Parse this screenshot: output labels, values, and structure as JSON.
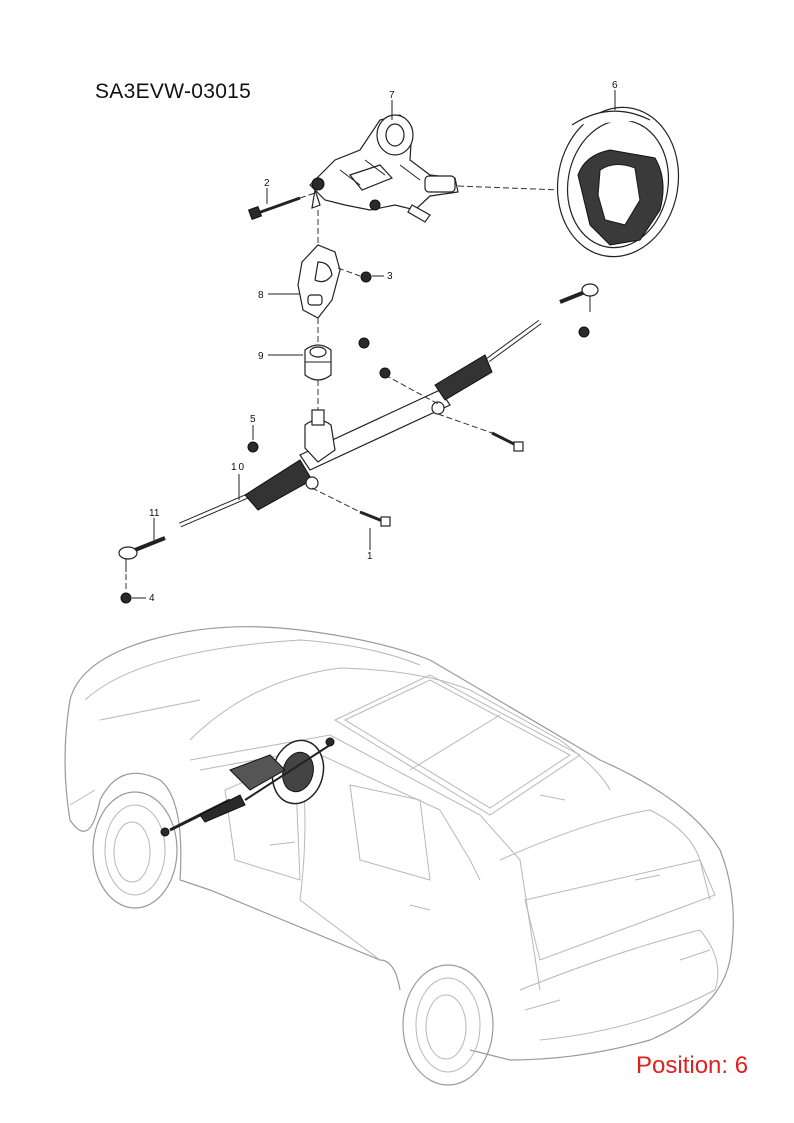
{
  "diagram_code": "SA3EVW-03015",
  "position_label": "Position: 6",
  "callouts": [
    "1",
    "2",
    "3",
    "4",
    "5",
    "6",
    "7",
    "8",
    "9",
    "10",
    "11"
  ]
}
